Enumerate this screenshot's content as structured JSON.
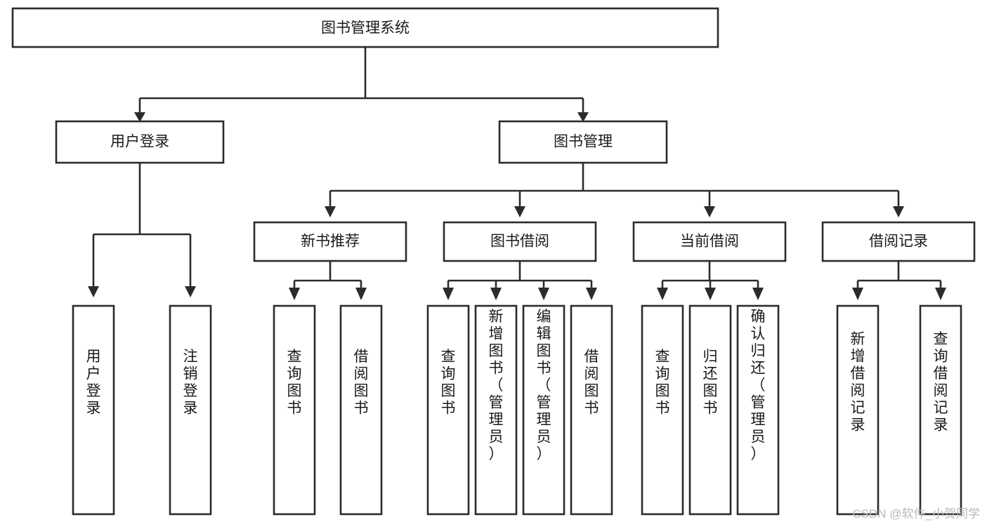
{
  "diagram": {
    "title": "图书管理系统",
    "type": "hierarchy-tree",
    "watermark": "CSDN @软件_小贺同学",
    "colors": {
      "stroke": "#2b2b2b",
      "box_fill": "#ffffff",
      "text": "#1a1a1a",
      "background": "#ffffff",
      "watermark": "#b9b9b9"
    },
    "levels": {
      "root": {
        "label": "图书管理系统"
      },
      "level2": [
        {
          "label": "用户登录"
        },
        {
          "label": "图书管理"
        }
      ],
      "level3": [
        {
          "label": "新书推荐"
        },
        {
          "label": "图书借阅"
        },
        {
          "label": "当前借阅"
        },
        {
          "label": "借阅记录"
        }
      ],
      "leaves": {
        "user_login": [
          {
            "label": "用户登录"
          },
          {
            "label": "注销登录"
          }
        ],
        "new_book": [
          {
            "label": "查询图书"
          },
          {
            "label": "借阅图书"
          }
        ],
        "book_borrow": [
          {
            "label": "查询图书"
          },
          {
            "label": "新增图书（管理员）"
          },
          {
            "label": "编辑图书（管理员）"
          },
          {
            "label": "借阅图书"
          }
        ],
        "current_borrow": [
          {
            "label": "查询图书"
          },
          {
            "label": "归还图书"
          },
          {
            "label": "确认归还（管理员）"
          }
        ],
        "borrow_record": [
          {
            "label": "新增借阅记录"
          },
          {
            "label": "查询借阅记录"
          }
        ]
      }
    }
  }
}
